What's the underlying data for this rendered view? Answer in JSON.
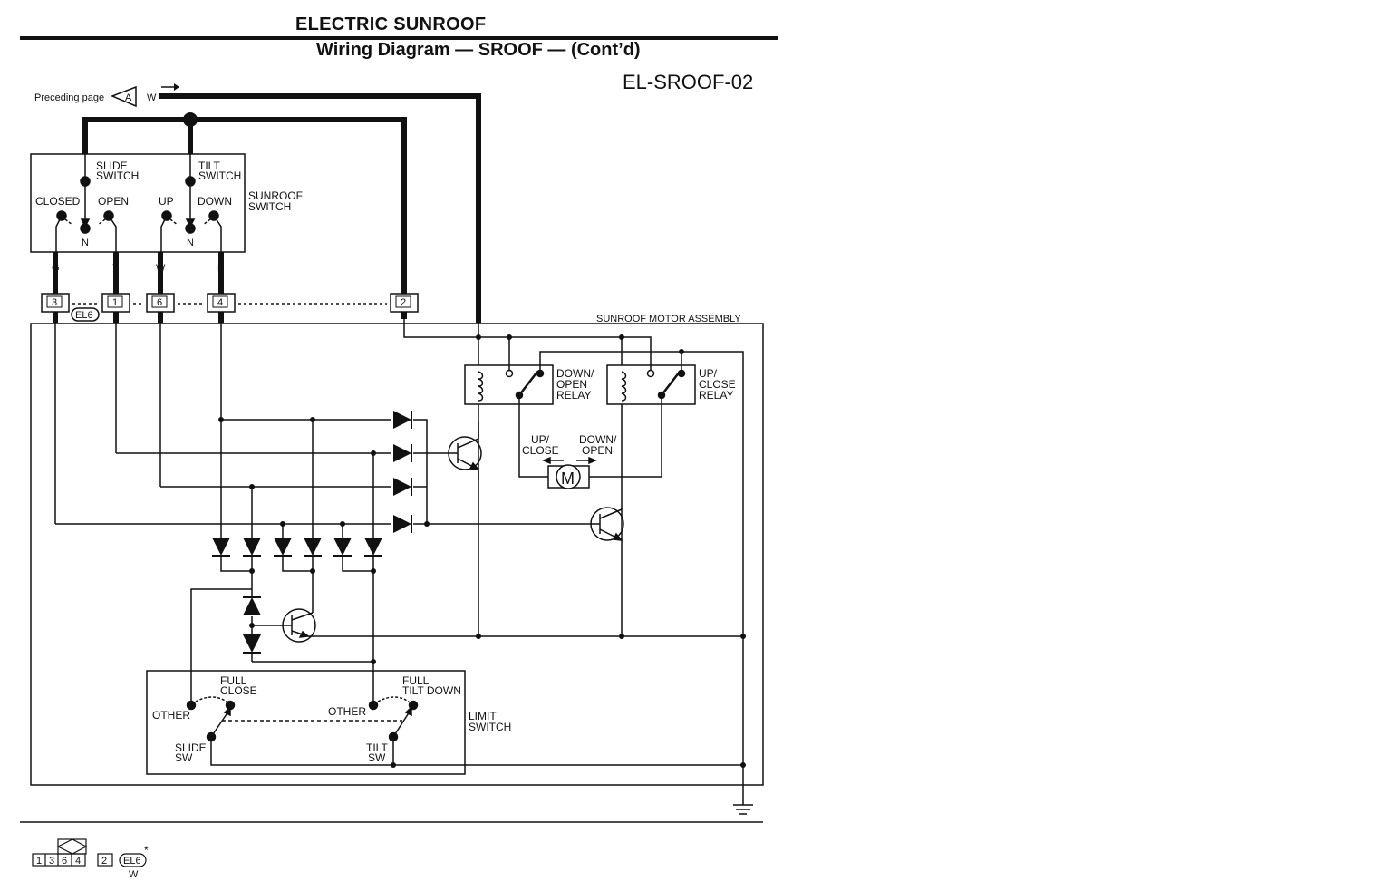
{
  "header": {
    "title": "ELECTRIC SUNROOF",
    "subtitle": "Wiring Diagram — SROOF — (Cont’d)",
    "diagram_code": "EL-SROOF-02"
  },
  "preceding": {
    "label": "Preceding page",
    "connector_letter": "A",
    "wire_color": "W"
  },
  "sunroof_switch": {
    "name_line1": "SUNROOF",
    "name_line2": "SWITCH",
    "slide_line1": "SLIDE",
    "slide_line2": "SWITCH",
    "tilt_line1": "TILT",
    "tilt_line2": "SWITCH",
    "closed": "CLOSED",
    "open": "OPEN",
    "up": "UP",
    "down": "DOWN",
    "neutral_slide": "N",
    "neutral_tilt": "N"
  },
  "wires": {
    "g": "G",
    "y": "Y",
    "w": "W",
    "l": "L"
  },
  "connector": {
    "id": "EL6",
    "pins": [
      "3",
      "1",
      "6",
      "4",
      "2"
    ]
  },
  "motor_assembly": {
    "name": "SUNROOF MOTOR ASSEMBLY",
    "down_relay_line1": "DOWN/",
    "down_relay_line2": "OPEN",
    "down_relay_line3": "RELAY",
    "up_relay_line1": "UP/",
    "up_relay_line2": "CLOSE",
    "up_relay_line3": "RELAY",
    "motor_up_line1": "UP/",
    "motor_up_line2": "CLOSE",
    "motor_down_line1": "DOWN/",
    "motor_down_line2": "OPEN",
    "motor_symbol": "M"
  },
  "limit_switch": {
    "name_line1": "LIMIT",
    "name_line2": "SWITCH",
    "full_close_line1": "FULL",
    "full_close_line2": "CLOSE",
    "full_tilt_line1": "FULL",
    "full_tilt_line2": "TILT DOWN",
    "other_left": "OTHER",
    "other_right": "OTHER",
    "slide_sw_line1": "SLIDE",
    "slide_sw_line2": "SW",
    "tilt_sw_line1": "TILT",
    "tilt_sw_line2": "SW"
  },
  "legend": {
    "pins": [
      "1",
      "3",
      "6",
      "4",
      "2"
    ],
    "connector_id": "EL6",
    "asterisk": "*",
    "wire": "W"
  }
}
